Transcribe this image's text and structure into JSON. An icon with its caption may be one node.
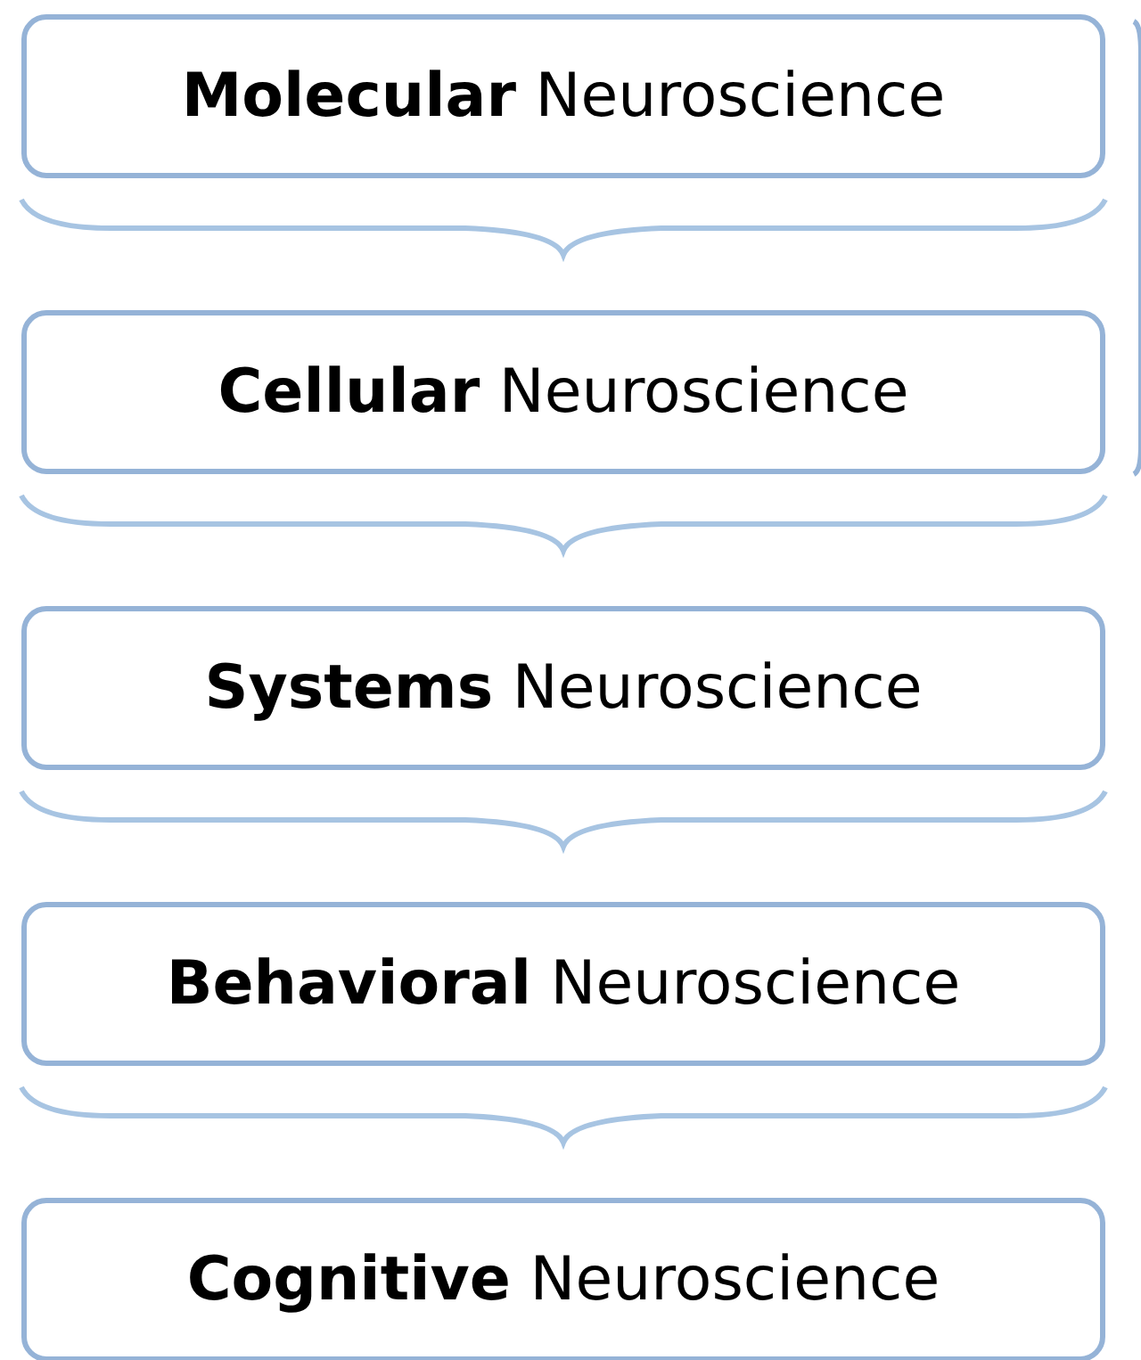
{
  "diagram": {
    "nodes": [
      {
        "text": [
          "**Molecular** Neuroscience"
        ]
      },
      {
        "text": [
          "**Cellular** Neuroscience"
        ]
      },
      {
        "text": [
          "**Systems** Neuroscience"
        ]
      },
      {
        "text": [
          "**Behavioral** Neuroscience"
        ]
      },
      {
        "text": [
          "**Cognitive** Neuroscience"
        ]
      }
    ]
  }
}
